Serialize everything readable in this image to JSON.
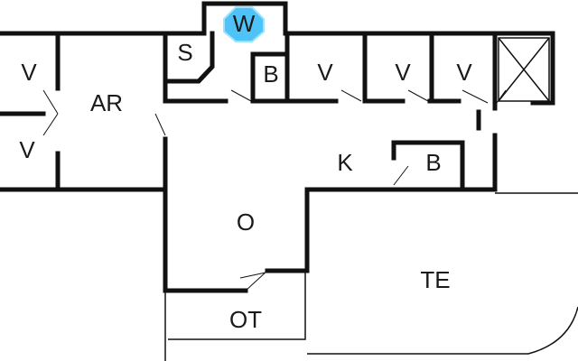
{
  "rooms": {
    "v_left_top": "V",
    "v_left_bottom": "V",
    "ar": "AR",
    "s": "S",
    "w": "W",
    "b_top": "B",
    "v_1": "V",
    "v_2": "V",
    "v_3": "V",
    "k": "K",
    "b_mid": "B",
    "o": "O",
    "te": "TE",
    "ot": "OT"
  },
  "colors": {
    "wall": "#111111",
    "w_marker_fill": "#4fc3f7",
    "w_marker_stroke": "#9be3ff",
    "background": "#ffffff"
  }
}
